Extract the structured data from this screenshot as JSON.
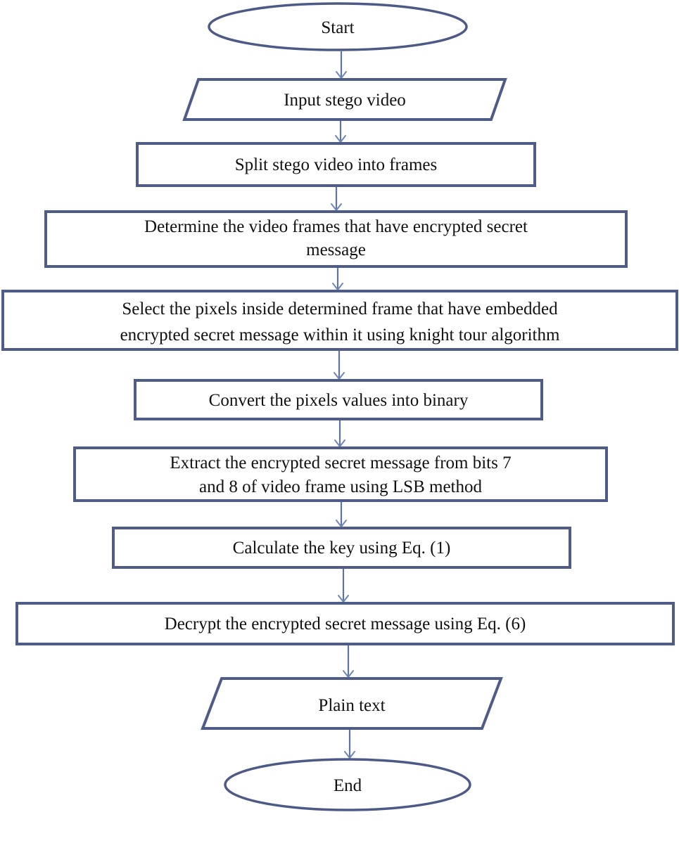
{
  "diagram": {
    "type": "flowchart",
    "nodes": [
      {
        "id": "start",
        "shape": "terminator",
        "lines": [
          "Start"
        ]
      },
      {
        "id": "input",
        "shape": "parallelogram",
        "lines": [
          "Input stego video"
        ]
      },
      {
        "id": "split",
        "shape": "process",
        "lines": [
          "Split stego video into frames"
        ]
      },
      {
        "id": "determine",
        "shape": "process",
        "lines": [
          "Determine the video frames that have encrypted secret",
          "message"
        ]
      },
      {
        "id": "select",
        "shape": "process",
        "lines": [
          "Select the pixels inside determined frame that have embedded",
          "encrypted secret message within it using knight tour algorithm"
        ]
      },
      {
        "id": "convert",
        "shape": "process",
        "lines": [
          "Convert the pixels values into binary"
        ]
      },
      {
        "id": "extract",
        "shape": "process",
        "lines": [
          "Extract the encrypted secret message from bits 7",
          "and 8 of video frame using LSB method"
        ]
      },
      {
        "id": "key",
        "shape": "process",
        "lines": [
          "Calculate the key using Eq. (1)"
        ]
      },
      {
        "id": "decrypt",
        "shape": "process",
        "lines": [
          "Decrypt the encrypted secret message using Eq. (6)"
        ]
      },
      {
        "id": "plaintext",
        "shape": "parallelogram",
        "lines": [
          "Plain text"
        ]
      },
      {
        "id": "end",
        "shape": "terminator",
        "lines": [
          "End"
        ]
      }
    ],
    "edges": [
      {
        "from": "start",
        "to": "input"
      },
      {
        "from": "input",
        "to": "split"
      },
      {
        "from": "split",
        "to": "determine"
      },
      {
        "from": "determine",
        "to": "select"
      },
      {
        "from": "select",
        "to": "convert"
      },
      {
        "from": "convert",
        "to": "extract"
      },
      {
        "from": "extract",
        "to": "key"
      },
      {
        "from": "key",
        "to": "decrypt"
      },
      {
        "from": "decrypt",
        "to": "plaintext"
      },
      {
        "from": "plaintext",
        "to": "end"
      }
    ],
    "colors": {
      "border": "#505c88",
      "arrow": "#5e74a6",
      "text": "#111111",
      "background": "#ffffff"
    }
  }
}
